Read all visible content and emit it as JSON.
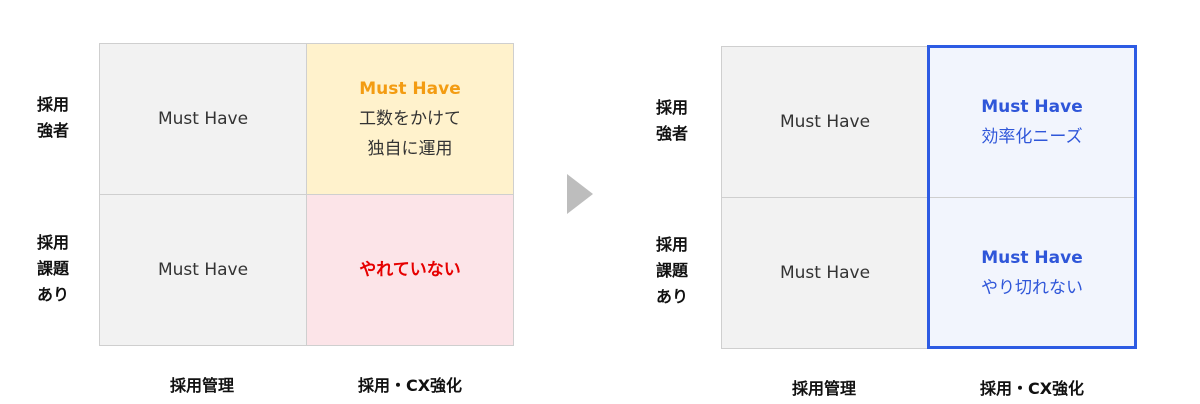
{
  "left": {
    "row_labels": [
      "採用\n強者",
      "採用\n課題\nあり"
    ],
    "col_labels": [
      "採用管理",
      "採用・CX強化"
    ],
    "cells": {
      "r1c1": "Must Have",
      "r1c2_title": "Must Have",
      "r1c2_body": "工数をかけて\n独自に運用",
      "r2c1": "Must Have",
      "r2c2": "やれていない"
    }
  },
  "right": {
    "row_labels": [
      "採用\n強者",
      "採用\n課題\nあり"
    ],
    "col_labels": [
      "採用管理",
      "採用・CX強化"
    ],
    "cells": {
      "r1c1": "Must Have",
      "r1c2_title": "Must Have",
      "r1c2_body": "効率化ニーズ",
      "r2c1": "Must Have",
      "r2c2_title": "Must Have",
      "r2c2_body": "やり切れない"
    }
  },
  "colors": {
    "gray_cell": "#f2f2f2",
    "yellow_cell": "#fff2cc",
    "pink_cell": "#fce4e8",
    "blue_cell": "#f2f5fd",
    "highlight_border": "#2d5be3",
    "orange_title": "#f39c12",
    "red_text": "#e60000",
    "blue_text": "#2f56d9",
    "arrow": "#bdbdbd"
  },
  "icons": {
    "arrow": "right-triangle-arrow"
  }
}
